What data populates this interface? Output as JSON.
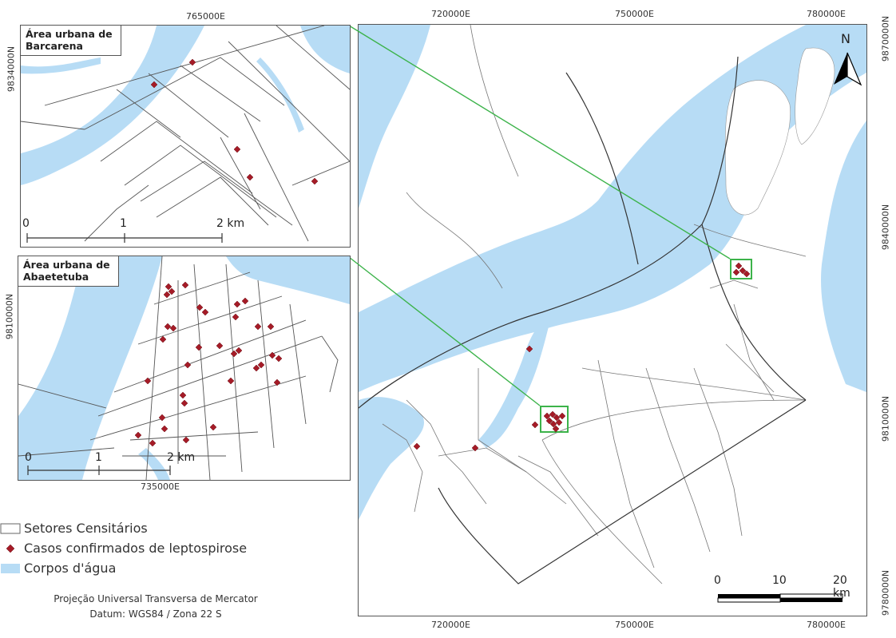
{
  "colors": {
    "water": "#b7dcf5",
    "connector": "#3cb34a",
    "case": "#a51b27",
    "sector_line": "#777777"
  },
  "main_map": {
    "top_ticks": [
      "720000E",
      "750000E",
      "780000E"
    ],
    "bottom_ticks": [
      "720000E",
      "750000E",
      "780000E"
    ],
    "right_ticks": [
      "9870000N",
      "9840000N",
      "9810000N",
      "9780000N"
    ],
    "north_label": "N",
    "scale": {
      "labels": [
        "0",
        "10",
        "20 km"
      ]
    }
  },
  "inset_barcarena": {
    "title_line1": "Área urbana de",
    "title_line2": "Barcarena",
    "top_tick": "765000E",
    "left_tick": "9834000N",
    "scale_labels": [
      "0",
      "1",
      "2 km"
    ]
  },
  "inset_abaetetuba": {
    "title_line1": "Área urbana de",
    "title_line2": "Abaetetuba",
    "left_tick": "9810000N",
    "bottom_tick": "735000E",
    "scale_labels": [
      "0",
      "1",
      "2 km"
    ]
  },
  "legend": {
    "items": [
      {
        "label": "Setores Censitários",
        "icon": "polygon-outline-icon"
      },
      {
        "label": "Casos confirmados de leptospirose",
        "icon": "diamond-marker-icon"
      },
      {
        "label": "Corpos d'água",
        "icon": "water-fill-icon"
      }
    ]
  },
  "projection": {
    "line1": "Projeção Universal Transversa de Mercator",
    "line2": "Datum: WGS84 / Zona 22 S"
  }
}
